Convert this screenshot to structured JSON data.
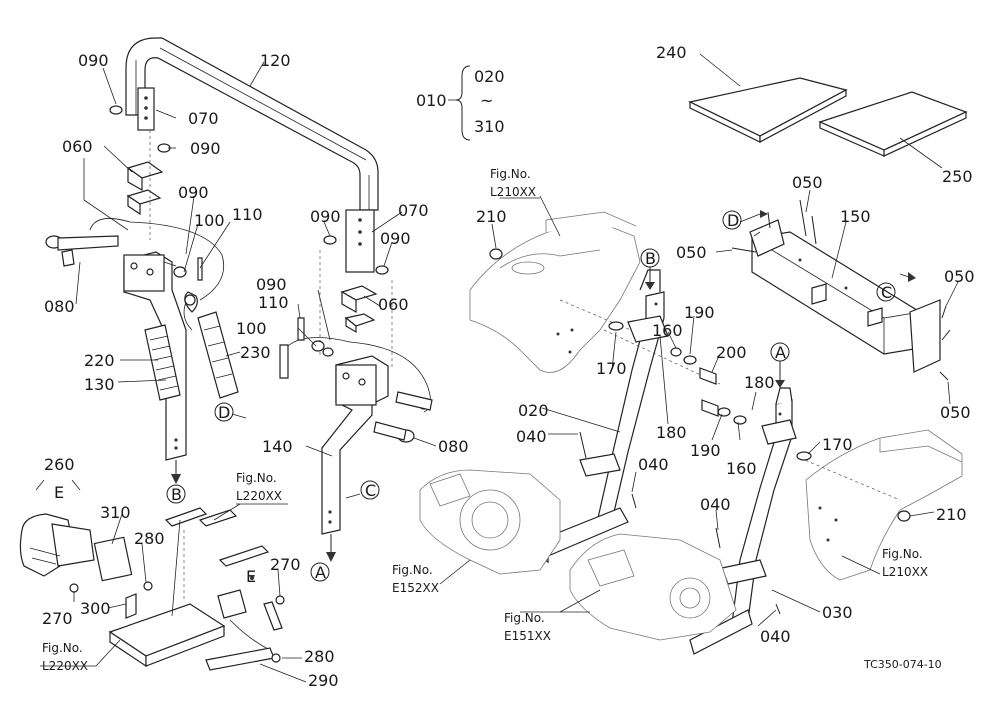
{
  "drawing_code": "TC350-074-10",
  "range_group": {
    "main": "010",
    "from": "020",
    "tilde": "~",
    "to": "310"
  },
  "parts": {
    "p090a": "090",
    "p120": "120",
    "p070a": "070",
    "p060a": "060",
    "p090b": "090",
    "p090c": "090",
    "p100a": "100",
    "p110a": "110",
    "p080a": "080",
    "p220": "220",
    "p230": "230",
    "p130": "130",
    "p090d": "090",
    "p070b": "070",
    "p090e": "090",
    "p090f": "090",
    "p060b": "060",
    "p110b": "110",
    "p100b": "100",
    "p080b": "080",
    "p140": "140",
    "p240": "240",
    "p250": "250",
    "p210a": "210",
    "p170a": "170",
    "p160a": "160",
    "p190a": "190",
    "p200": "200",
    "p050a": "050",
    "p050b": "050",
    "p150": "150",
    "p050c": "050",
    "p050d": "050",
    "p020": "020",
    "p040a": "040",
    "p180a": "180",
    "p040b": "040",
    "p180b": "180",
    "p190b": "190",
    "p160b": "160",
    "p170b": "170",
    "p040c": "040",
    "p210b": "210",
    "p030": "030",
    "p040d": "040",
    "p260": "260",
    "p310": "310",
    "p280a": "280",
    "p270a": "270",
    "p300": "300",
    "p270b": "270",
    "p280b": "280",
    "p290": "290"
  },
  "callouts": {
    "B1": "B",
    "D1": "D",
    "A1": "A",
    "C1": "C",
    "D2": "D",
    "C2": "C",
    "B2": "B",
    "A2": "A",
    "E1": "E",
    "E2": "E"
  },
  "figure_refs": {
    "l210_top": {
      "label": "Fig.No.",
      "code": "L210XX"
    },
    "l220_mid": {
      "label": "Fig.No.",
      "code": "L220XX"
    },
    "e152": {
      "label": "Fig.No.",
      "code": "E152XX"
    },
    "e151": {
      "label": "Fig.No.",
      "code": "E151XX"
    },
    "l210_bot": {
      "label": "Fig.No.",
      "code": "L210XX"
    },
    "l220_bot": {
      "label": "Fig.No.",
      "code": "L220XX"
    }
  }
}
